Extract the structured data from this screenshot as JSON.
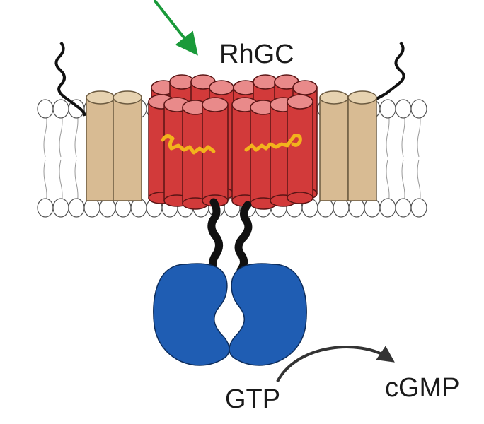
{
  "labels": {
    "protein": "RhGC",
    "substrate": "GTP",
    "product": "cGMP"
  },
  "colors": {
    "helix_red": "#d23a3a",
    "helix_red_top": "#e98a8a",
    "helix_tan": "#d8bb93",
    "retinal": "#f2b31c",
    "cyclase_blue": "#1f5db3",
    "light_arrow": "#1a9a3a",
    "reaction_arrow": "#333333"
  },
  "icons": [
    "light-arrow-icon",
    "reaction-arrow-icon"
  ]
}
